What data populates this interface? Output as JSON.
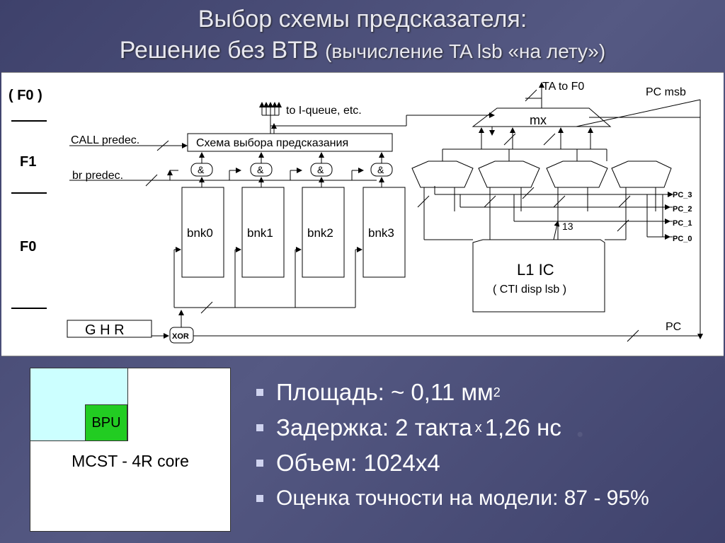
{
  "slide": {
    "title_line1": "Выбор схемы предсказателя:",
    "title_line2_main": "Решение без BTB",
    "title_line2_paren": "(вычисление TA lsb «на лету»)"
  },
  "diagram": {
    "stages": [
      "( F0 )",
      "F1",
      "F0"
    ],
    "call_predec": "CALL predec.",
    "br_predec": "br predec.",
    "select_scheme": "Схема выбора предсказания",
    "to_iqueue": "to I-queue, etc.",
    "ta_to_f0": "TA to F0",
    "pc_msb": "PC msb",
    "mx": "mx",
    "and_gate": "&",
    "banks": [
      "bnk0",
      "bnk1",
      "bnk2",
      "bnk3"
    ],
    "pc_inputs": [
      "PC_3",
      "PC_2",
      "PC_1",
      "PC_0"
    ],
    "bus_width": "13",
    "l1ic": "L1 IC",
    "cti": "( CTI disp lsb )",
    "ghr": "G H R",
    "xor": "XOR",
    "pc": "PC"
  },
  "core": {
    "bpu": "BPU",
    "label": "MCST - 4R core"
  },
  "bullets": {
    "area_label": "Площадь: ~ 0,11 мм",
    "area_sup": "2",
    "latency_main": "Задержка: 2 такта",
    "latency_x": "x",
    "latency_val": "1,26 нс",
    "volume": "Объем: 1024x4",
    "accuracy": "Оценка точности на модели: 87 - 95%"
  }
}
